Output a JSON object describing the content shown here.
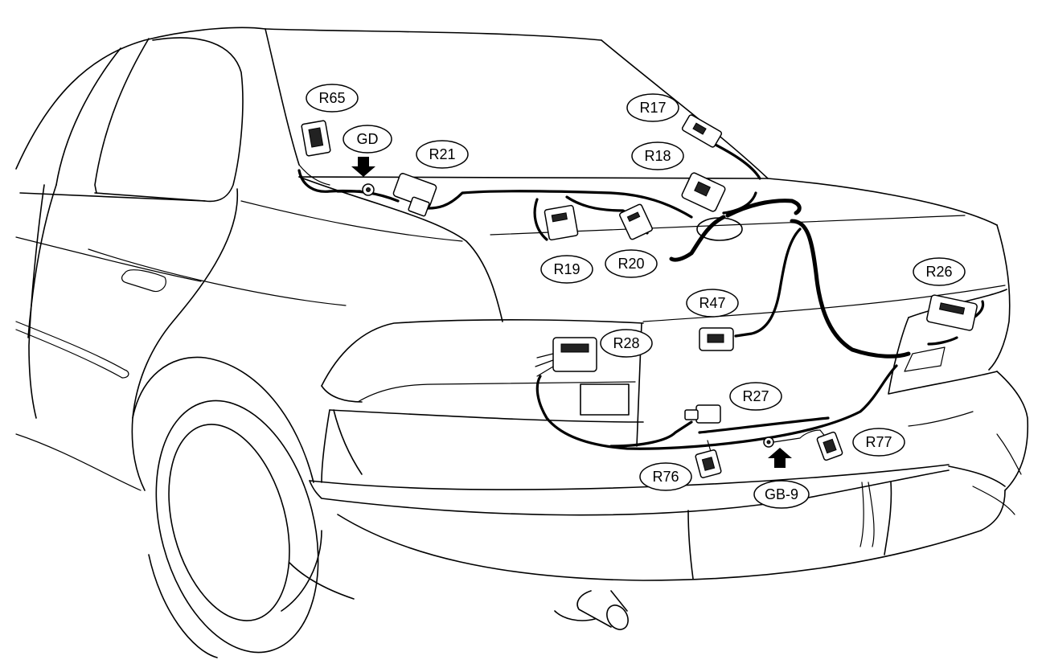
{
  "callouts": {
    "r65": "R65",
    "gd": "GD",
    "r21": "R21",
    "r17": "R17",
    "r18": "R18",
    "r19": "R19",
    "r20": "R20",
    "r26": "R26",
    "r47": "R47",
    "r28": "R28",
    "r27": "R27",
    "r77": "R77",
    "r76": "R76",
    "gb9": "GB-9"
  }
}
